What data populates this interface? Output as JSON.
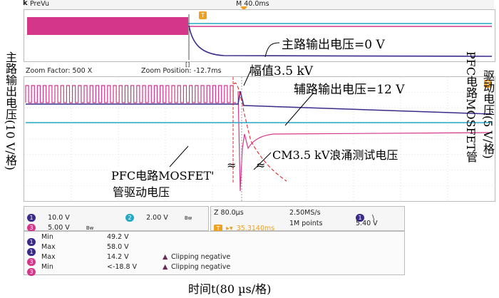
{
  "header": {
    "preview_label": "PreVu",
    "timebase_label": "M 40.0ms",
    "marker_label": "T",
    "left_marker": "k",
    "bracket_label": "[]"
  },
  "zoom": {
    "factor_label": "Zoom Factor: 500 X",
    "position_label": "Zoom Position: -12.7ms"
  },
  "channels": {
    "ch1": {
      "num": "1",
      "scale": "10.0 V",
      "color": "#3b2a8a"
    },
    "ch2": {
      "num": "2",
      "scale": "2.00 V",
      "color": "#27a8c6",
      "bw": "Bw"
    },
    "ch3": {
      "num": "3",
      "scale": "5.00 V",
      "color": "#d4378a",
      "bw": "Bw"
    }
  },
  "timebase": {
    "zoom_time": "Z 80.0µs",
    "sample_rate": "2.50MS/s",
    "trigger_source": "1",
    "trigger_slope": "\\",
    "trigger_pos": "35.3140ms",
    "record_length": "1M points",
    "trigger_level": "5.40 V"
  },
  "measurements": [
    {
      "ch": "1",
      "label": "Min",
      "value": "49.2 V",
      "note": ""
    },
    {
      "ch": "1",
      "label": "Max",
      "value": "58.0 V",
      "note": ""
    },
    {
      "ch": "3",
      "label": "Max",
      "value": "14.2 V",
      "note": "Clipping negative"
    },
    {
      "ch": "3",
      "label": "Min",
      "value": "<-18.8 V",
      "note": "Clipping negative"
    }
  ],
  "annotations": {
    "main_out": "主路输出电压=0 V",
    "amplitude": "幅值3.5 kV",
    "aux_out": "辅路输出电压=12 V",
    "surge": "CM3.5 kV浪涌测试电压",
    "pfc_line1": "PFC电路MOSFET'",
    "pfc_line2": "管驱动电压",
    "y_left": "主路输出电压(10 V/格)",
    "y_right_1": "PFC电路MOSFET管",
    "y_right_2": "驱动电压(5 V/格)",
    "x_label": "时间t(80 µs/格)",
    "break_mark_1": "≈",
    "break_mark_2": "≈"
  },
  "colors": {
    "ch1": "#3b2a8a",
    "ch2": "#27a8c6",
    "ch3": "#d4378a",
    "trigger": "#f0a020",
    "surge": "#e0282a",
    "grid": "#c8c8c8"
  }
}
